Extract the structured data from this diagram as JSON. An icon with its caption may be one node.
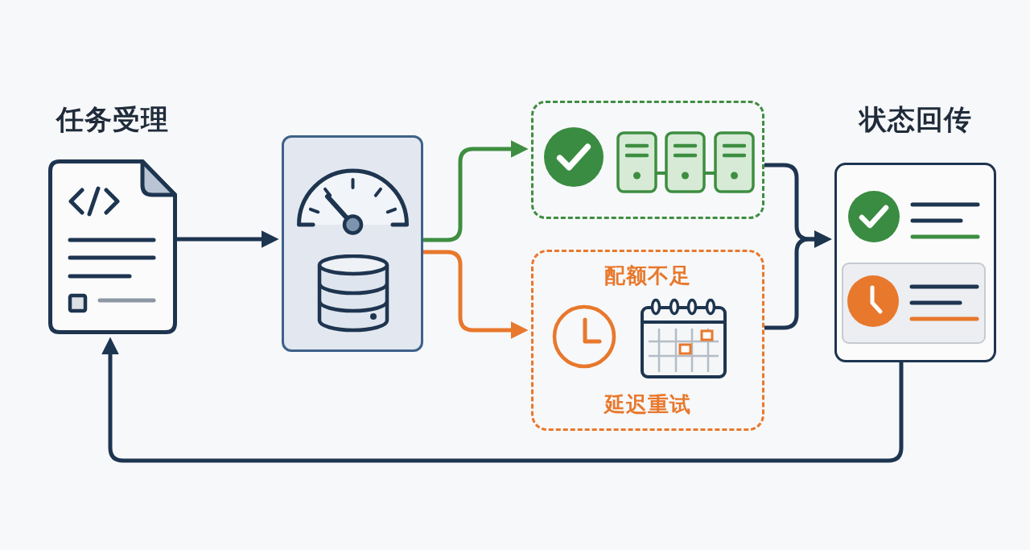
{
  "diagram": {
    "nodes": [
      {
        "text": [
          "任务受理"
        ]
      },
      {
        "text": [],
        "shape": "box"
      },
      {
        "text": [],
        "shape": "box"
      },
      {
        "text": [
          "配额不足",
          "延迟重试"
        ]
      },
      {
        "text": [
          "状态回传"
        ]
      }
    ],
    "edges": [
      {
        "from": 0,
        "to": 1,
        "arrow": "to"
      },
      {
        "from": 1,
        "to": 2,
        "arrow": "to",
        "color": "#3e8e41"
      },
      {
        "from": 1,
        "to": 3,
        "arrow": "to",
        "color": "#e8782c"
      },
      {
        "from": 2,
        "to": 4,
        "arrow": "to"
      },
      {
        "from": 3,
        "to": 4,
        "arrow": "to"
      },
      {
        "from": 4,
        "to": 0,
        "arrow": "to"
      }
    ]
  }
}
